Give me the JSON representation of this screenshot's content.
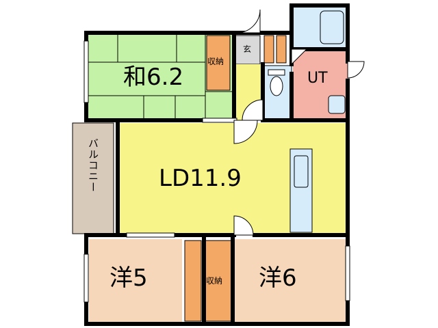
{
  "rooms": {
    "washitsu": {
      "label": "和6.2"
    },
    "ld": {
      "label": "LD11.9"
    },
    "yo5": {
      "label": "洋5"
    },
    "yo6": {
      "label": "洋6"
    },
    "ut": {
      "label": "UT"
    },
    "genkan": {
      "label": "玄"
    },
    "storage_top": {
      "label": "収納"
    },
    "storage_bottom": {
      "label": "収納"
    },
    "balcony": {
      "label": "バルコニー"
    }
  },
  "colors": {
    "washitsu": "#c4f2a6",
    "ld": "#f7f48a",
    "yoshitsu": "#f7d7b9",
    "ut": "#f4b2a6",
    "bath": "#d6ecfb",
    "storage": "#f3a865",
    "balcony": "#d8cabb",
    "genkan": "#d9d9d9",
    "wall": "#000000"
  }
}
